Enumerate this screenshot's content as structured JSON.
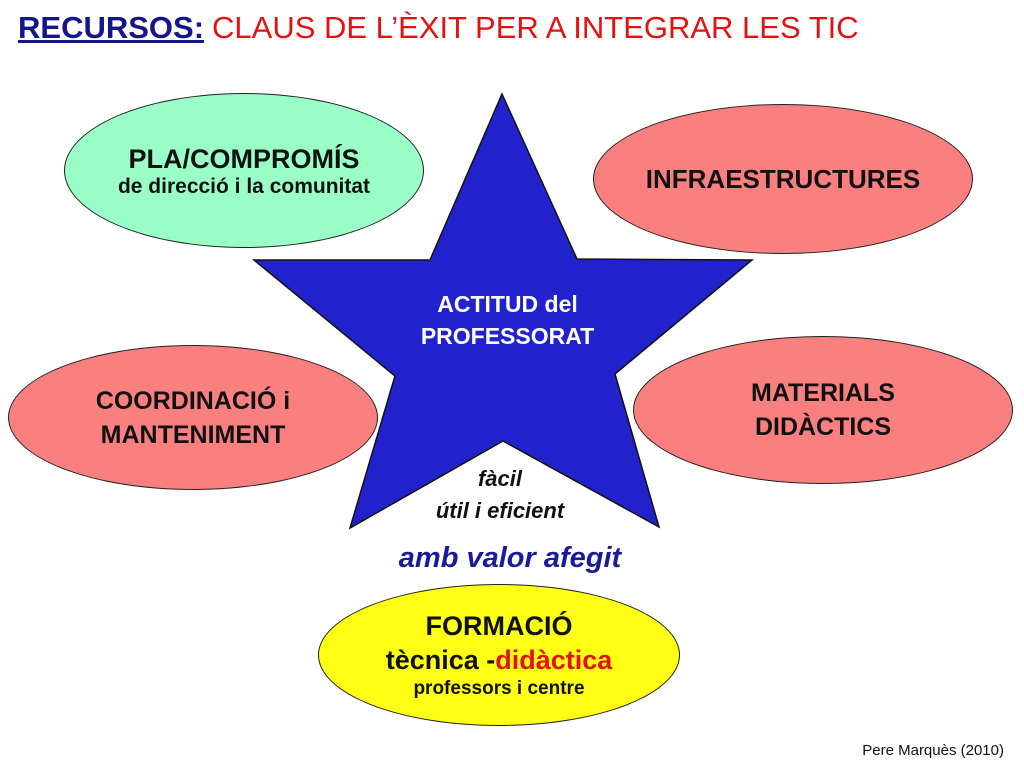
{
  "title": {
    "main": "RECURSOS:",
    "sub": "CLAUS DE L’ÈXIT PER A INTEGRAR LES TIC"
  },
  "star": {
    "line1": "ACTITUD  del",
    "line2": "PROFESSORAT",
    "color": "#2222cc"
  },
  "ellipses": {
    "pla": {
      "line1": "PLA/COMPROMÍS",
      "line2": "de direcció i la comunitat"
    },
    "infra": {
      "line1": "INFRAESTRUCTURES"
    },
    "coord": {
      "line1": "COORDINACIÓ i",
      "line2": "MANTENIMENT"
    },
    "materials": {
      "line1": "MATERIALS",
      "line2": "DIDÀCTICS"
    },
    "formacio": {
      "line1": "FORMACIÓ",
      "line2_a": "tècnica -",
      "line2_b": "didàctica",
      "line3": "professors i centre"
    }
  },
  "qualities": {
    "line1": "fàcil",
    "line2": "útil i eficient"
  },
  "value_added": "amb valor afegit",
  "credit": "Pere Marquès (2010)"
}
